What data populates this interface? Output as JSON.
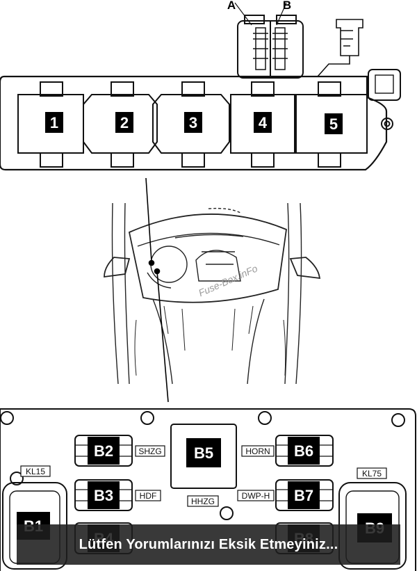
{
  "top_relay_panel": {
    "connector_labels": [
      "A",
      "B"
    ],
    "relay_labels": [
      "1",
      "2",
      "3",
      "4",
      "5"
    ]
  },
  "watermark": "Fuse-Box.inFo",
  "bottom_fuse_panel": {
    "fuses": [
      "B1",
      "B2",
      "B3",
      "B4",
      "B5",
      "B6",
      "B7",
      "B8",
      "B9"
    ],
    "tags": {
      "kl15": "KL15",
      "kl75": "KL75",
      "shzg": "SHZG",
      "hdf": "HDF",
      "hhzg": "HHZG",
      "horn": "HORN",
      "dwp": "DWP-H"
    }
  },
  "banner": "Lütfen Yorumlarınızı Eksik Etmeyiniz..."
}
